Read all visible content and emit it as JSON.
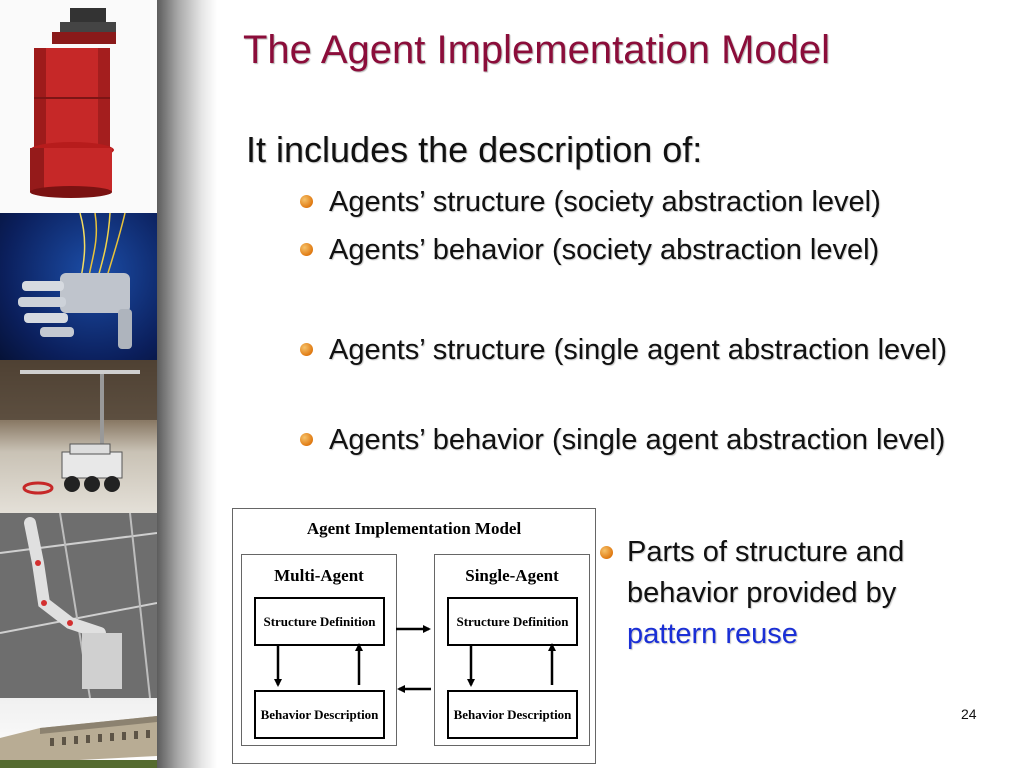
{
  "slide": {
    "title": "The Agent Implementation Model",
    "intro": "It includes the description of:",
    "bullets": [
      "Agents’ structure (society abstraction level)",
      "Agents’ behavior (society abstraction level)",
      "Agents’ structure (single agent abstraction level)",
      "Agents’ behavior (single agent abstraction level)"
    ],
    "side_bullet": {
      "text": "Parts of structure and behavior provided by",
      "highlight": "pattern reuse"
    },
    "page_number": "24"
  },
  "diagram": {
    "title": "Agent Implementation Model",
    "left_panel": {
      "title": "Multi-Agent",
      "top_box": "Structure Definition",
      "bottom_box": "Behavior Description"
    },
    "right_panel": {
      "title": "Single-Agent",
      "top_box": "Structure Definition",
      "bottom_box": "Behavior Description"
    }
  },
  "images": [
    "robot-photo",
    "robotic-hand-photo",
    "mobile-robot-photo",
    "robot-arm-photo",
    "building-photo"
  ],
  "colors": {
    "title": "#8b0d3a",
    "bullet": "#e07a12",
    "highlight": "#1a2fd6"
  }
}
